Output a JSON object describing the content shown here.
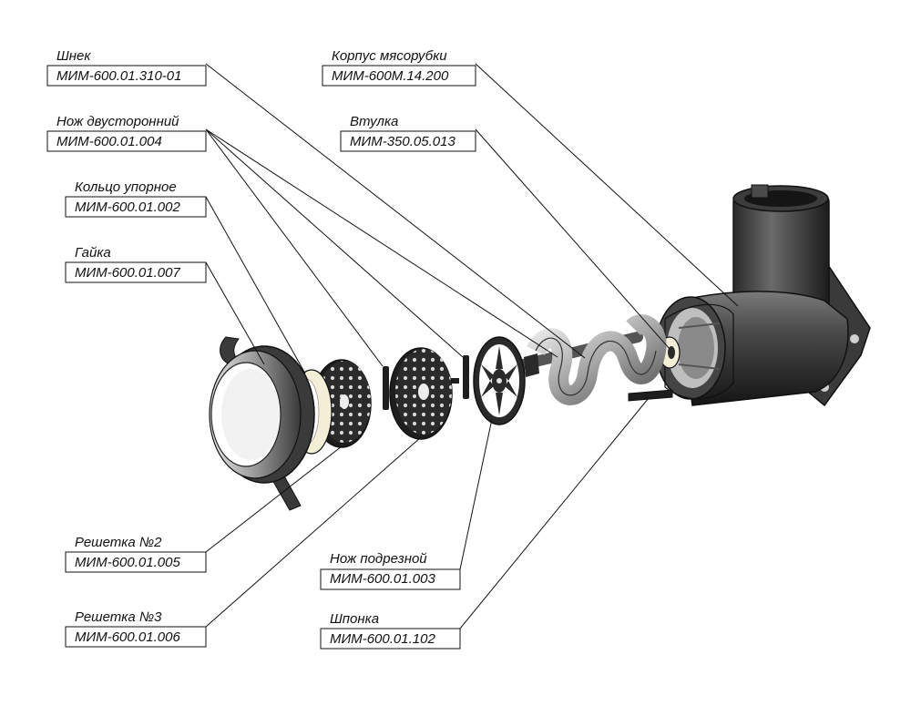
{
  "callouts": {
    "shnek": {
      "name": "Шнек",
      "code": "МИМ-600.01.310-01"
    },
    "korpus": {
      "name": "Корпус мясорубки",
      "code": "МИМ-600М.14.200"
    },
    "nozh_dvust": {
      "name": "Нож двусторонний",
      "code": "МИМ-600.01.004"
    },
    "vtulka": {
      "name": "Втулка",
      "code": "МИМ-350.05.013"
    },
    "koltso": {
      "name": "Кольцо упорное",
      "code": "МИМ-600.01.002"
    },
    "gaika": {
      "name": "Гайка",
      "code": "МИМ-600.01.007"
    },
    "reshetka2": {
      "name": "Решетка №2",
      "code": "МИМ-600.01.005"
    },
    "reshetka3": {
      "name": "Решетка №3",
      "code": "МИМ-600.01.006"
    },
    "nozh_podrez": {
      "name": "Нож подрезной",
      "code": "МИМ-600.01.003"
    },
    "shponka": {
      "name": "Шпонка",
      "code": "МИМ-600.01.102"
    }
  },
  "colors": {
    "metal_dark": "#2a2a2a",
    "metal_mid": "#6e6e6e",
    "metal_light": "#c9c9c9",
    "ring_cream": "#f3efd6"
  }
}
